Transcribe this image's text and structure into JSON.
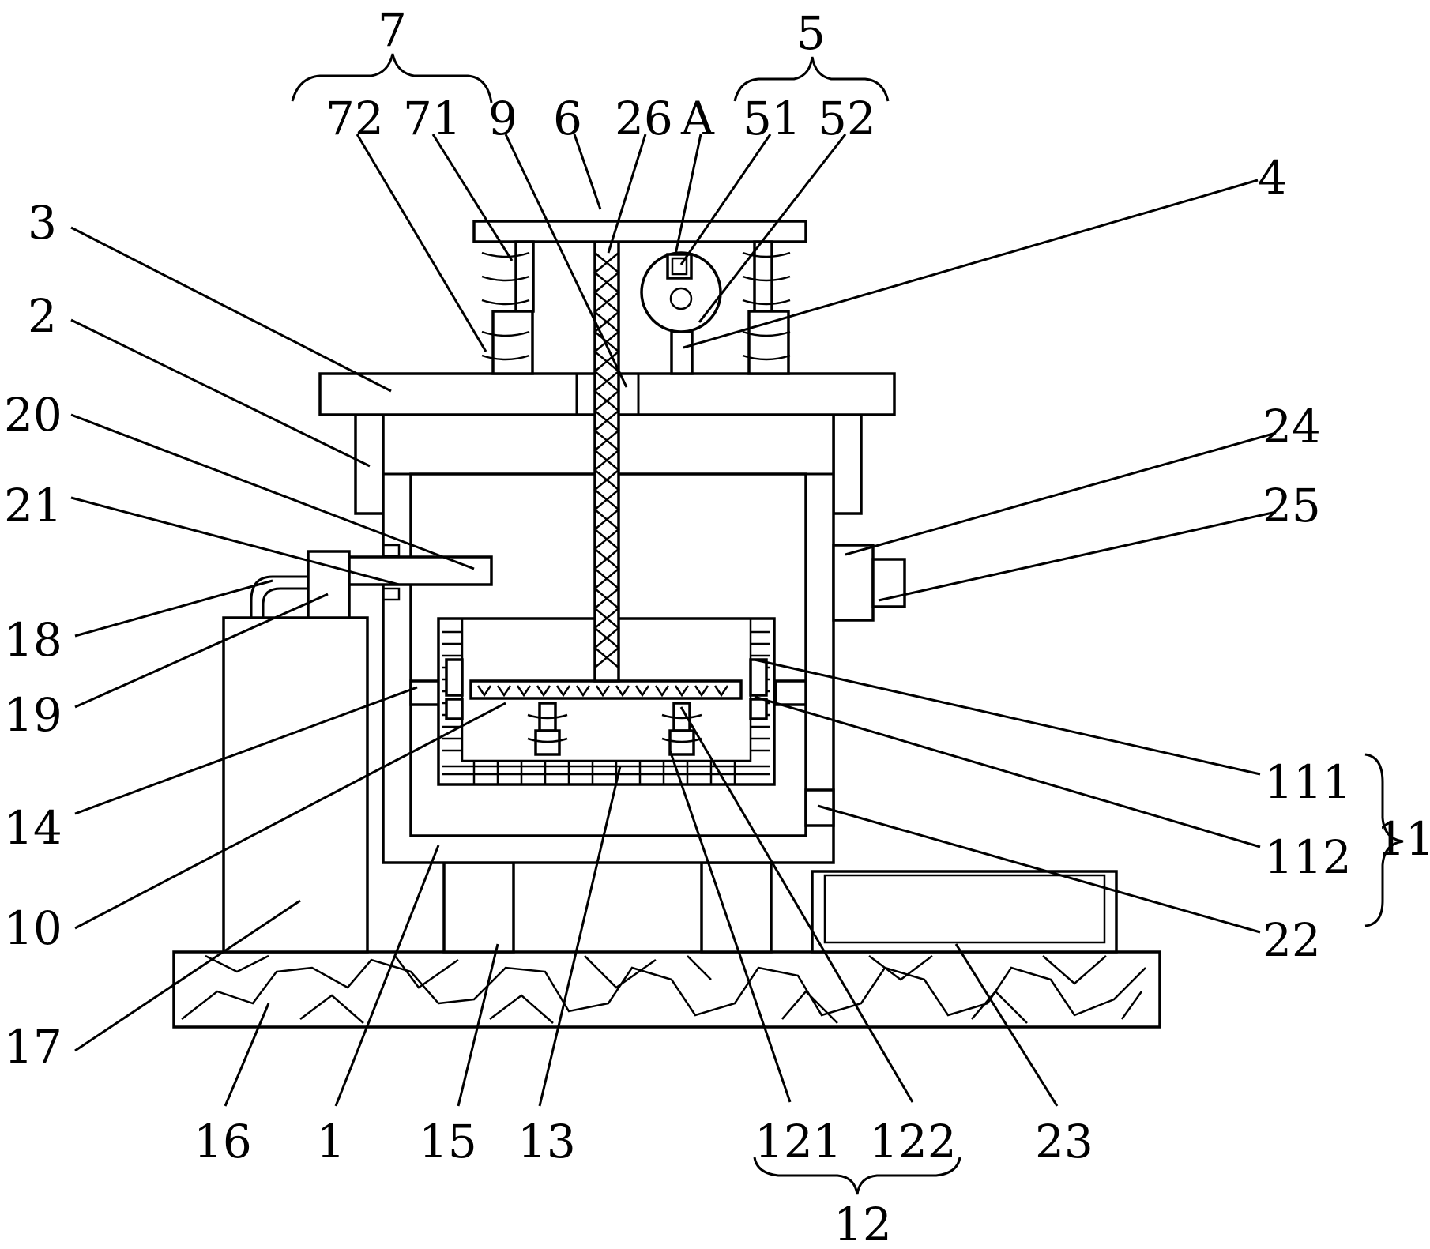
{
  "labels": {
    "l7": "7",
    "l5": "5",
    "l72": "72",
    "l71": "71",
    "l9": "9",
    "l6": "6",
    "l26": "26",
    "lA": "A",
    "l51": "51",
    "l52": "52",
    "l4": "4",
    "l3": "3",
    "l2": "2",
    "l20": "20",
    "l21": "21",
    "l24": "24",
    "l25": "25",
    "l18": "18",
    "l19": "19",
    "l111": "111",
    "l11": "11",
    "l112": "112",
    "l14": "14",
    "l10": "10",
    "l22": "22",
    "l17": "17",
    "l16": "16",
    "l1": "1",
    "l15": "15",
    "l13": "13",
    "l121": "121",
    "l122": "122",
    "l23": "23",
    "l12": "12"
  }
}
